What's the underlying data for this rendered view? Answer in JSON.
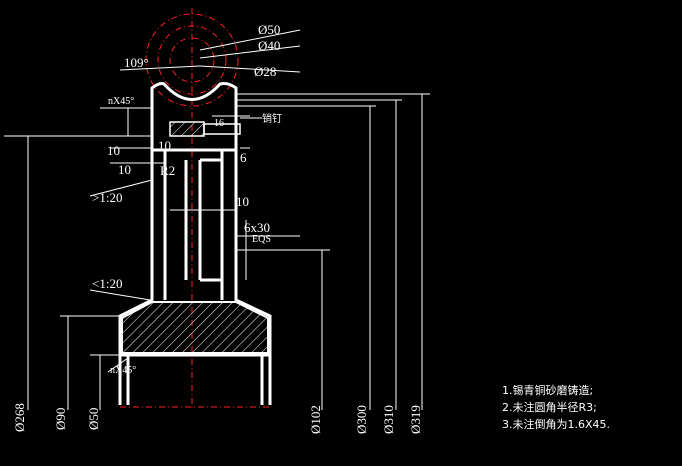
{
  "colors": {
    "background": "#000000",
    "outline": "#ffffff",
    "centerline": "#ff2020",
    "hatch": "#ffffff"
  },
  "top_dims": {
    "d50": "Ø50",
    "d40": "Ø40",
    "d28": "Ø28",
    "angle": "109°"
  },
  "left_dims": {
    "chamfer_top": "nX45°",
    "ten_a": "10",
    "ten_b": "10",
    "ten_c": "10",
    "radius": "R2",
    "taper_top": ">1:20",
    "taper_bottom": "<1:20",
    "chamfer_bottom": "nX45°"
  },
  "right_dims": {
    "sixteen": "16",
    "six": "6",
    "pin_label": "销钉",
    "ten": "10",
    "key": "6x30",
    "key_sub": "EQS"
  },
  "bottom_dims": {
    "d268": "Ø268",
    "d90": "Ø90",
    "d50": "Ø50",
    "d102": "Ø102",
    "d300": "Ø300",
    "d310": "Ø310",
    "d319": "Ø319"
  },
  "notes": [
    "1.锡青铜砂磨铸造;",
    "2.未注圆角半径R3;",
    "3.未注倒角为1.6X45."
  ]
}
